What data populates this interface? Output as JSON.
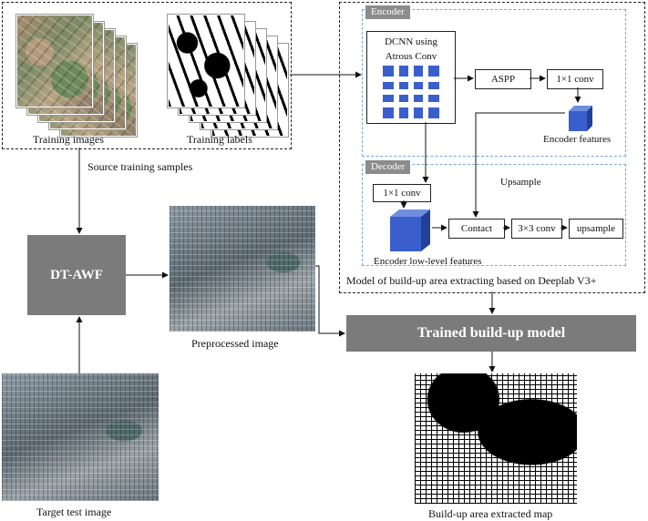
{
  "source": {
    "training_images_label": "Training images",
    "training_labels_label": "Training labels",
    "caption": "Source training samples"
  },
  "model": {
    "encoder_tag": "Encoder",
    "dcnn_line1": "DCNN using",
    "dcnn_line2": "Atrous Conv",
    "aspp": "ASPP",
    "conv1x1_enc": "1×1 conv",
    "encoder_features": "Encoder features",
    "decoder_tag": "Decoder",
    "upsample_label": "Upsample",
    "conv1x1_dec": "1×1 conv",
    "contact": "Contact",
    "conv3x3": "3×3 conv",
    "upsample_box": "upsample",
    "low_level": "Encoder low-level features",
    "caption": "Model of build-up area extracting based on Deeplab V3+"
  },
  "dtawf": "DT-AWF",
  "preprocessed_label": "Preprocessed image",
  "trained_model": "Trained build-up model",
  "target_label": "Target test image",
  "extracted_label": "Build-up area extracted map",
  "colors": {
    "gray_box": "#7b7b7b",
    "cube_blue": "#3a5fcd",
    "dash_blue": "#7aa6d8"
  }
}
